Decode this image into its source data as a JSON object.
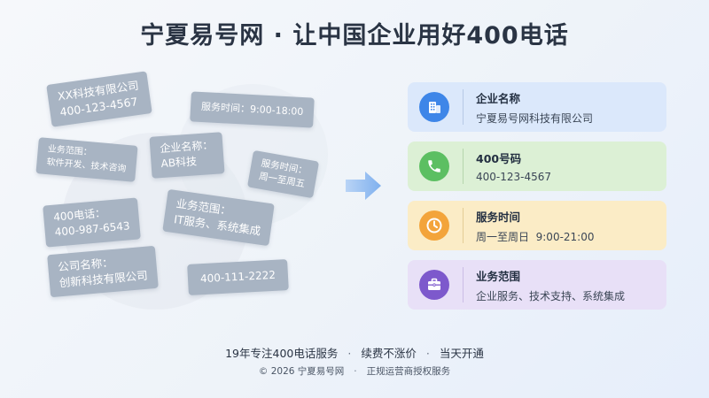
{
  "title": "宁夏易号网 · 让中国企业用好400电话",
  "chips": [
    {
      "lines": [
        "XX科技有限公司",
        "400-123-4567"
      ]
    },
    {
      "lines": [
        "服务时间：9:00-18:00"
      ]
    },
    {
      "lines": [
        "业务范围：",
        "软件开发、技术咨询"
      ]
    },
    {
      "lines": [
        "企业名称：",
        "AB科技"
      ]
    },
    {
      "lines": [
        "服务时间：",
        "周一至周五"
      ]
    },
    {
      "lines": [
        "400电话：",
        "400-987-6543"
      ]
    },
    {
      "lines": [
        "业务范围：",
        "IT服务、系统集成"
      ]
    },
    {
      "lines": [
        "公司名称：",
        "创新科技有限公司"
      ]
    },
    {
      "lines": [
        "400-111-2222"
      ]
    }
  ],
  "cards": [
    {
      "label": "企业名称",
      "value": "宁夏易号网科技有限公司",
      "icon": "building-icon",
      "color": "#3e86e8"
    },
    {
      "label": "400号码",
      "value": "400-123-4567",
      "icon": "phone-icon",
      "color": "#5cbf62"
    },
    {
      "label": "服务时间",
      "value": "周一至周日  9:00-21:00",
      "icon": "clock-icon",
      "color": "#f3a43b"
    },
    {
      "label": "业务范围",
      "value": "企业服务、技术支持、系统集成",
      "icon": "briefcase-icon",
      "color": "#7d59cc"
    }
  ],
  "footer": {
    "items": [
      "19年专注400电话服务",
      "续费不涨价",
      "当天开通"
    ],
    "sep": "·",
    "copyright": "© 2026 宁夏易号网",
    "copyright_sep": "·",
    "license": "正规运营商授权服务"
  }
}
